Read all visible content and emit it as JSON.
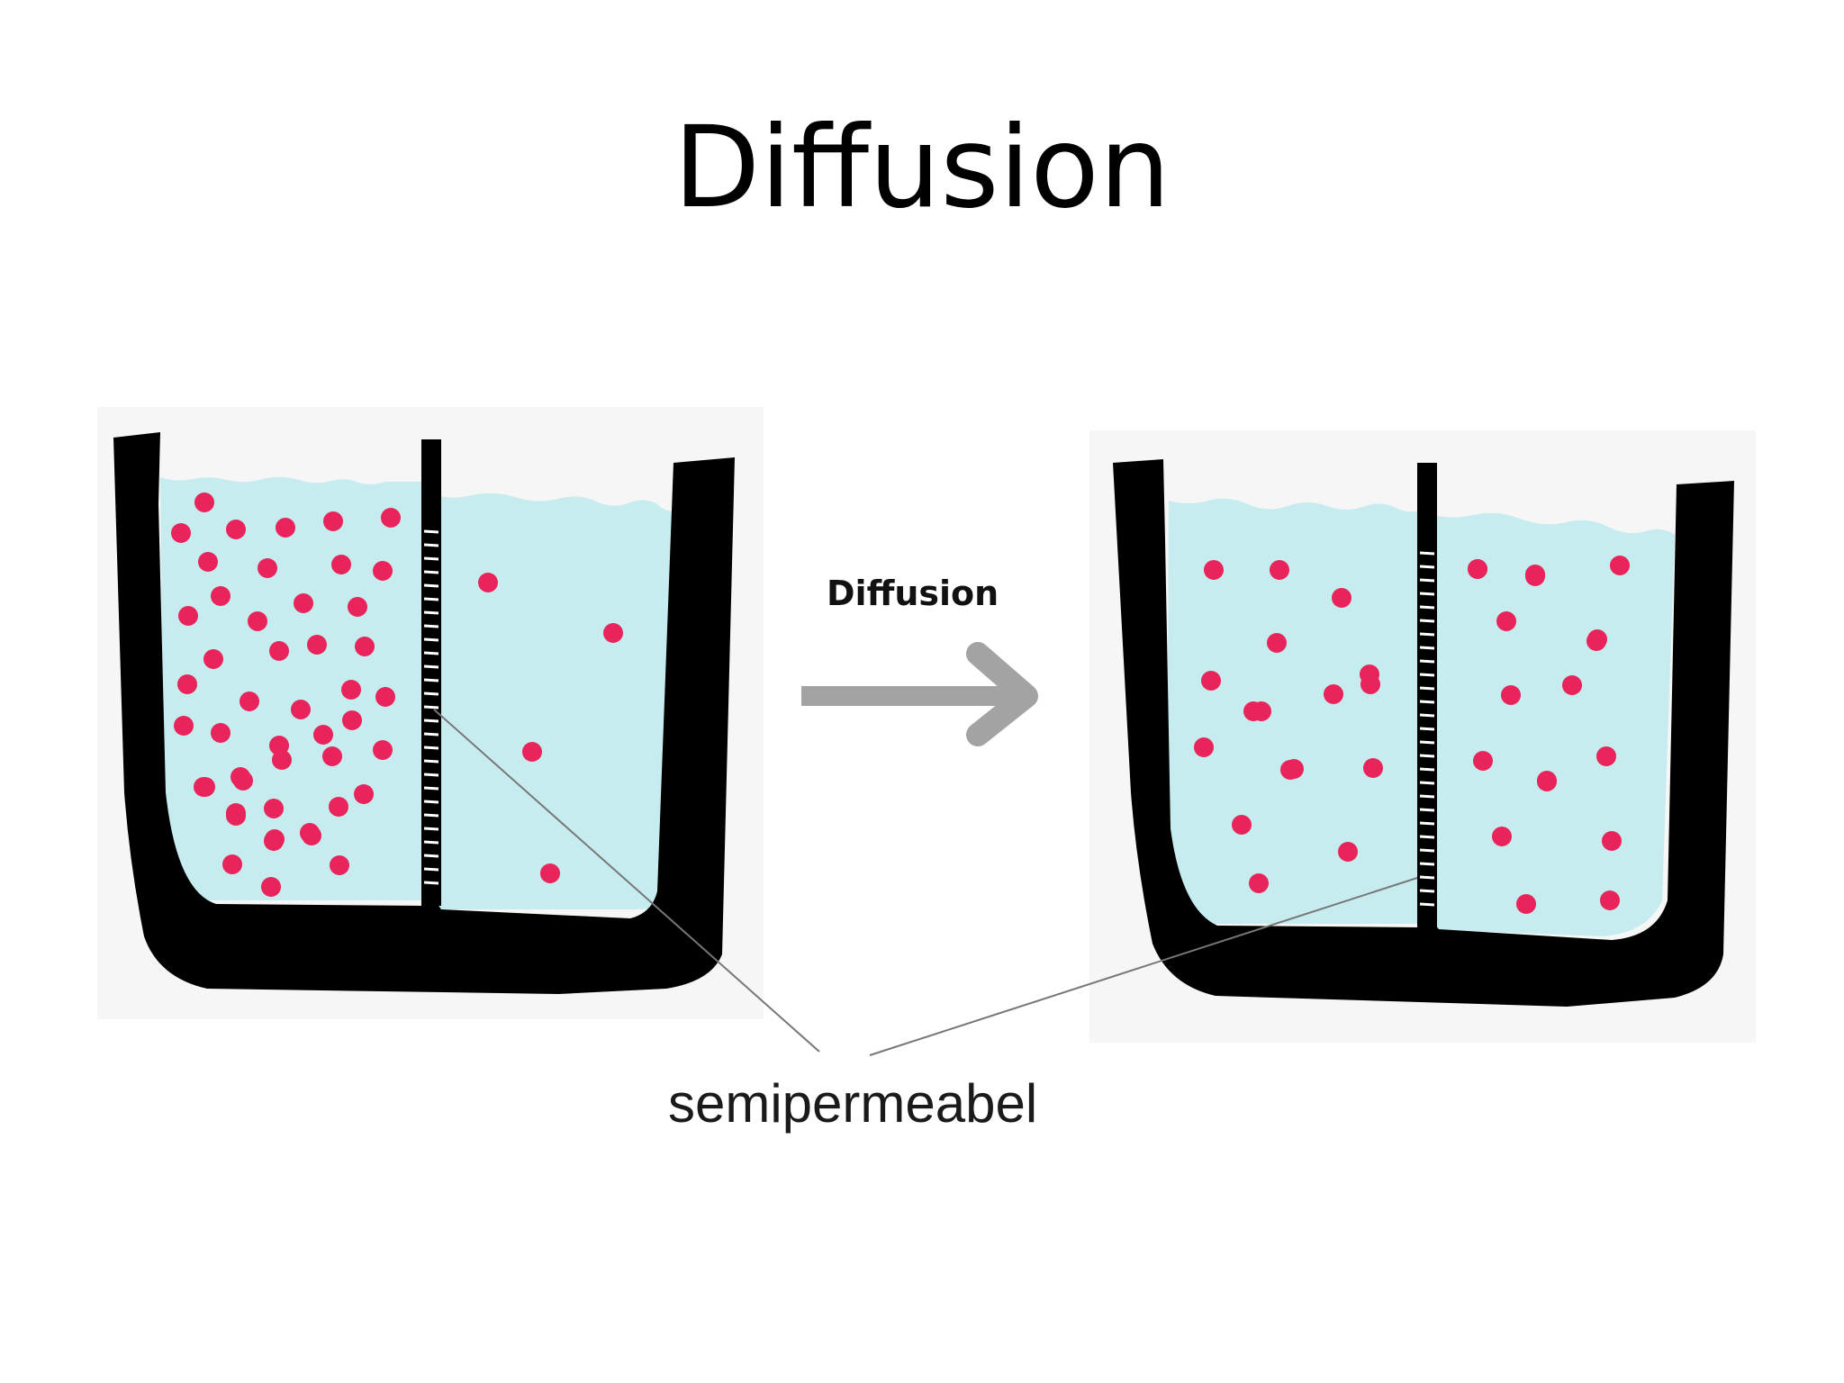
{
  "slide": {
    "title": "Diffusion"
  },
  "diagram": {
    "arrow_label": "Diffusion",
    "membrane_label": "semipermeabel",
    "colors": {
      "water": "#c6ecf0",
      "particle": "#e8245a",
      "container": "#000000",
      "arrow": "#a3a3a3",
      "pointer_line": "#777777",
      "panel_background": "#f6f6f6"
    },
    "before_state": {
      "left_side_particle_count": 48,
      "right_side_particle_count": 4
    },
    "after_state": {
      "left_side_particle_count": 17,
      "right_side_particle_count": 18
    }
  }
}
